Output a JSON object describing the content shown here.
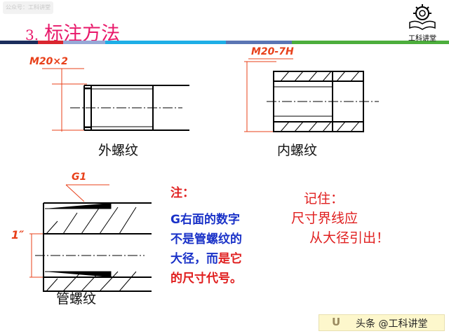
{
  "watermark": "公众号：工科讲堂",
  "header": {
    "number": "3.",
    "title": "标注方法",
    "logo_text": "工科讲堂"
  },
  "colors": {
    "title": "#e8186a",
    "dimension": "#e8401a",
    "bar": [
      "#1b2d5c",
      "#d9262e",
      "#96a8d6",
      "#1eaee6",
      "#5a75b4",
      "#4cae3c"
    ]
  },
  "figures": {
    "external": {
      "dim": "M20×2",
      "label": "外螺纹"
    },
    "internal": {
      "dim": "M20-7H",
      "label": "内螺纹"
    },
    "pipe": {
      "dim": "G1",
      "size": "1″",
      "label": "管螺纹"
    }
  },
  "note": {
    "head": "注：",
    "l1": "G右面的数字",
    "l2": "不是管螺纹的",
    "l3a": "大径，而",
    "l3b": "是它",
    "l4": "的尺寸代号。"
  },
  "remember": {
    "l1": "记住：",
    "l2": "尺寸界线应",
    "l3": "从大径引出！"
  },
  "footer": {
    "icon": "undo-icon",
    "credit": "头条 @工科讲堂"
  }
}
